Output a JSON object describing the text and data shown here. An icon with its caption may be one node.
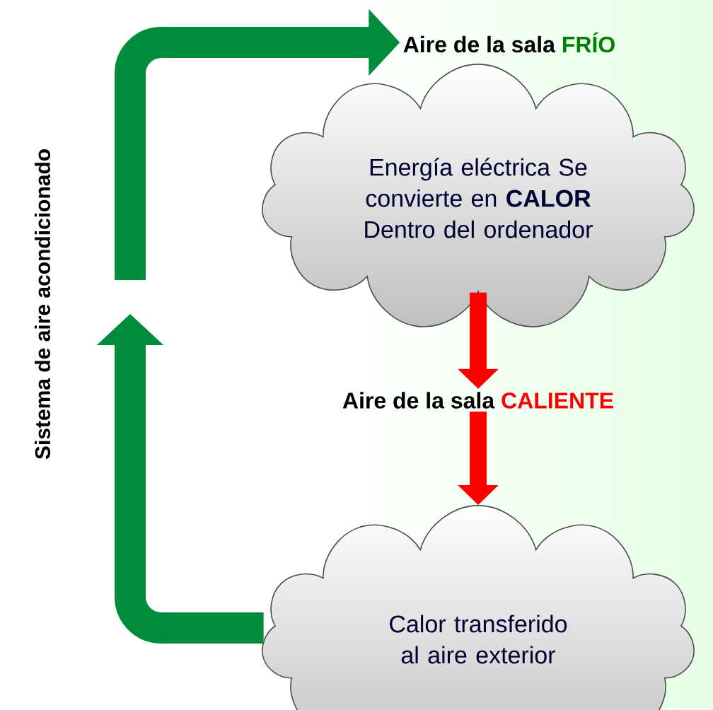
{
  "diagram": {
    "nodes": [
      {
        "text": [
          "Aire de la sala",
          "FRÍO"
        ]
      },
      {
        "text": [
          "Energía eléctrica Se convierte en **CALOR** Dentro del ordenador"
        ]
      },
      {
        "text": [
          "Aire de la sala",
          "CALIENTE"
        ]
      },
      {
        "text": [
          "Calor transferido al aire exterior"
        ]
      }
    ],
    "edges": [
      {
        "from": 1,
        "to": 2,
        "arrow": "to",
        "color": "#ff0000"
      },
      {
        "from": 2,
        "to": 3,
        "arrow": "to",
        "color": "#ff0000"
      },
      {
        "from": 3,
        "to": null,
        "arrow": "to",
        "style": "thick",
        "color": "#008c3c"
      },
      {
        "from": null,
        "to": 0,
        "arrow": "to",
        "style": "thick",
        "color": "#008c3c"
      }
    ],
    "labels": [
      "Sistema de aire acondicionado"
    ]
  }
}
